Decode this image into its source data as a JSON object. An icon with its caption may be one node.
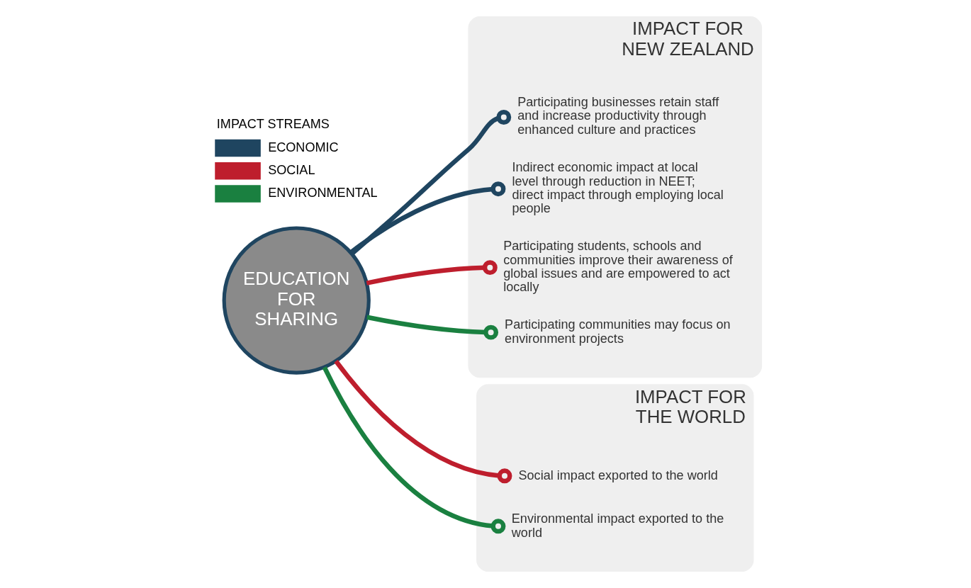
{
  "diagram": {
    "nodes": [
      {
        "text": [
          "EDUCATION FOR SHARING"
        ]
      },
      {
        "text": [
          "IMPACT FOR NEW ZEALAND"
        ]
      },
      {
        "text": [
          "Participating businesses retain staff and increase productivity through enhanced culture and practices"
        ],
        "in": 1
      },
      {
        "text": [
          "Indirect economic impact at local level through reduction in NEET; direct impact through employing local people"
        ],
        "in": 1
      },
      {
        "text": [
          "Participating students, schools and communities improve their awareness of global issues and are empowered to act locally"
        ],
        "in": 1
      },
      {
        "text": [
          "Participating communities may focus on environment projects"
        ],
        "in": 1
      },
      {
        "text": [
          "IMPACT FOR THE WORLD"
        ]
      },
      {
        "text": [
          "Social impact exported to the world"
        ],
        "in": 6
      },
      {
        "text": [
          "Environmental impact exported to the world"
        ],
        "in": 6
      }
    ],
    "edges": [
      {
        "from": 0,
        "to": 2,
        "arrow": "other",
        "color": "#1f4560"
      },
      {
        "from": 0,
        "to": 3,
        "arrow": "other",
        "color": "#1f4560"
      },
      {
        "from": 0,
        "to": 4,
        "arrow": "other",
        "color": "#be1e2d"
      },
      {
        "from": 0,
        "to": 5,
        "arrow": "other",
        "color": "#1a8040"
      },
      {
        "from": 0,
        "to": 7,
        "arrow": "other",
        "color": "#be1e2d"
      },
      {
        "from": 0,
        "to": 8,
        "arrow": "other",
        "color": "#1a8040"
      }
    ],
    "labels": [
      "IMPACT STREAMS"
    ],
    "legend": [
      {
        "text": "ECONOMIC",
        "color": "#1f4560"
      },
      {
        "text": "SOCIAL",
        "color": "#be1e2d"
      },
      {
        "text": "ENVIRONMENTAL",
        "color": "#1a8040"
      }
    ]
  }
}
